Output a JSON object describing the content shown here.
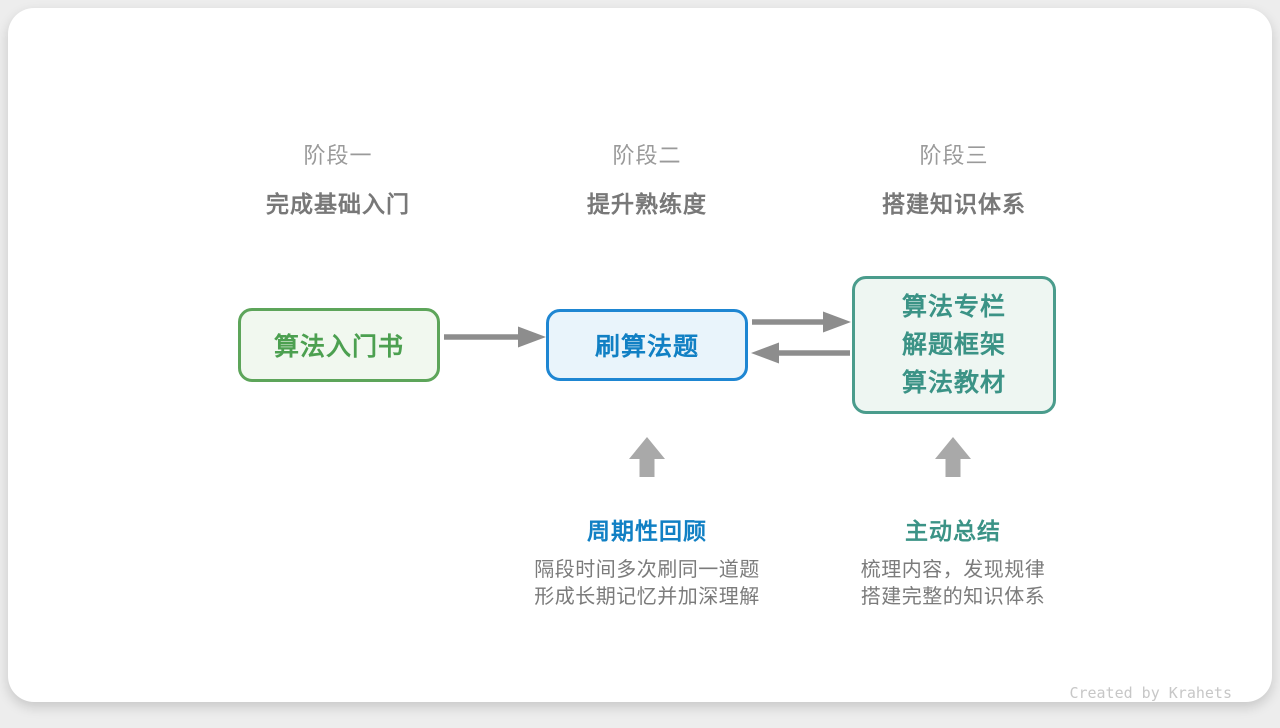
{
  "page": {
    "credit": "Created by Krahets"
  },
  "colors": {
    "green_text": "#4ca050",
    "green_border": "#5da55a",
    "green_bg": "#f1f8ef",
    "blue_text": "#1180c4",
    "blue_border": "#1e86d2",
    "blue_bg": "#e9f4fb",
    "teal_text": "#3b9386",
    "teal_border": "#4a9c8c",
    "teal_bg": "#eef6f2",
    "connector_arrow": "#8d8d8d",
    "block_arrow": "#a9a9a9",
    "stage_label": "#9a9a9a",
    "stage_title": "#787878",
    "description_text": "#7b7b7b",
    "credit_text": "#c7c7c7"
  },
  "stages": [
    {
      "label": "阶段一",
      "title": "完成基础入门"
    },
    {
      "label": "阶段二",
      "title": "提升熟练度"
    },
    {
      "label": "阶段三",
      "title": "搭建知识体系"
    }
  ],
  "nodes": {
    "intro_book": {
      "lines": [
        "算法入门书"
      ]
    },
    "practice": {
      "lines": [
        "刷算法题"
      ]
    },
    "resources": {
      "lines": [
        "算法专栏",
        "解题框架",
        "算法教材"
      ]
    }
  },
  "annotations": [
    {
      "title": "周期性回顾",
      "desc_lines": [
        "隔段时间多次刷同一道题",
        "形成长期记忆并加深理解"
      ]
    },
    {
      "title": "主动总结",
      "desc_lines": [
        "梳理内容，发现规律",
        "搭建完整的知识体系"
      ]
    }
  ]
}
